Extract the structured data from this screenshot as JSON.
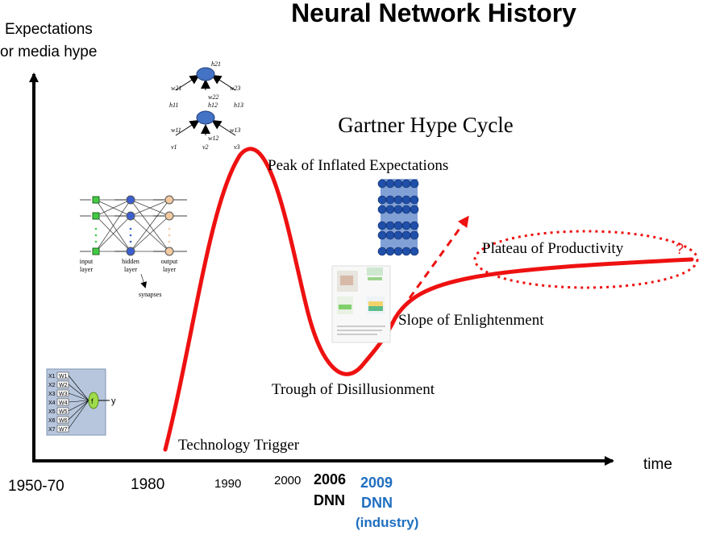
{
  "title": "Neural Network History",
  "y_axis_label": [
    "Expectations",
    "or media hype"
  ],
  "x_axis_label": "time",
  "cycle_title": "Gartner Hype Cycle",
  "phases": {
    "peak": "Peak of Inflated Expectations",
    "trough": "Trough of Disillusionment",
    "slope": "Slope of Enlightenment",
    "plateau": "Plateau of Productivity",
    "trigger": "Technology Trigger"
  },
  "plateau_question": "?",
  "timeline": [
    {
      "label": "1950-70"
    },
    {
      "label": "1980"
    },
    {
      "label": "1990"
    },
    {
      "label": "2000"
    },
    {
      "label": "2006",
      "sub": "DNN"
    },
    {
      "label": "2009",
      "sub": "DNN",
      "sub2": "(industry)"
    }
  ],
  "perceptron": {
    "inputs": [
      "X1",
      "X2",
      "X3",
      "X4",
      "X5",
      "X6",
      "X7"
    ],
    "weights": [
      "W1",
      "W2",
      "W3",
      "W4",
      "W5",
      "W6",
      "W7"
    ],
    "node": "f",
    "output": "y"
  },
  "mlp": {
    "layers": [
      "input\nlayer",
      "hidden\nlayer",
      "output\nlayer"
    ],
    "synapses": "synapses"
  },
  "rbm": {
    "top": "h21",
    "mid_weights": [
      "w21",
      "w22",
      "w23"
    ],
    "mid_nodes": [
      "h11",
      "h12",
      "h13"
    ],
    "bot_weights": [
      "w11",
      "w12",
      "w13"
    ],
    "bottom": [
      "v1",
      "v2",
      "v3"
    ]
  },
  "colors": {
    "curve": "#ee1111",
    "axis": "#000000",
    "year_2009": "#1f6fc0",
    "node_blue": "#4472c4"
  }
}
